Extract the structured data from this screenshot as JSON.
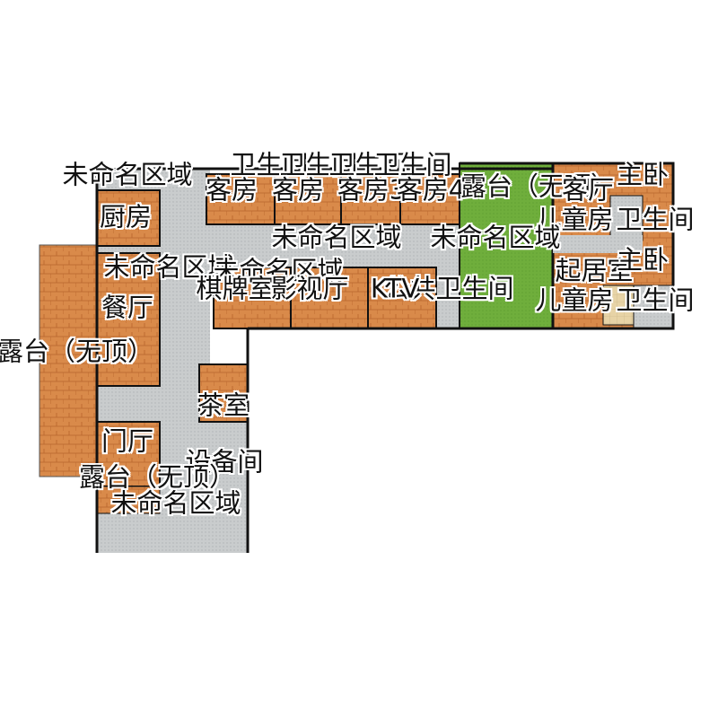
{
  "colors": {
    "wood_floor": "#d98a4a",
    "wood_grain": "#b8652c",
    "tile_floor": "#c9cccd",
    "tile_dot": "#aeb2b4",
    "grass": "#6fae3c",
    "wall": "#111111",
    "beige_tile": "#e7d3a6"
  },
  "rooms": [
    {
      "id": "unnamed-1",
      "label": "未命名区域"
    },
    {
      "id": "kitchen",
      "label": "厨房"
    },
    {
      "id": "bath-a",
      "label": "卫生间"
    },
    {
      "id": "bath-b",
      "label": "卫生间"
    },
    {
      "id": "bath-c",
      "label": "卫生间"
    },
    {
      "id": "bath-d",
      "label": "卫生间"
    },
    {
      "id": "guest-1",
      "label": "客房"
    },
    {
      "id": "guest-2",
      "label": "客房"
    },
    {
      "id": "guest-3",
      "label": "客房3"
    },
    {
      "id": "guest-4",
      "label": "客房4"
    },
    {
      "id": "terrace-1",
      "label": "露台（无顶）"
    },
    {
      "id": "guest-room-r",
      "label": "客厅"
    },
    {
      "id": "master-1",
      "label": "主卧"
    },
    {
      "id": "child-1",
      "label": "儿童房"
    },
    {
      "id": "bath-e",
      "label": "卫生间"
    },
    {
      "id": "unnamed-2",
      "label": "未命名区域"
    },
    {
      "id": "unnamed-3",
      "label": "未命名区域"
    },
    {
      "id": "unnamed-4",
      "label": "未命名区域"
    },
    {
      "id": "unnamed-5",
      "label": "未命名区域"
    },
    {
      "id": "dining",
      "label": "餐厅"
    },
    {
      "id": "tea-room",
      "label": "茶室"
    },
    {
      "id": "chess",
      "label": "棋牌室"
    },
    {
      "id": "cinema",
      "label": "影视厅"
    },
    {
      "id": "public-bath",
      "label": "公共卫生间"
    },
    {
      "id": "ktv",
      "label": "KTV"
    },
    {
      "id": "living-r",
      "label": "起居室"
    },
    {
      "id": "master-2",
      "label": "主卧"
    },
    {
      "id": "child-2",
      "label": "儿童房"
    },
    {
      "id": "bath-f",
      "label": "卫生间"
    },
    {
      "id": "terrace-left",
      "label": "露台（无顶）"
    },
    {
      "id": "foyer",
      "label": "门厅"
    },
    {
      "id": "equip",
      "label": "设备间"
    },
    {
      "id": "terrace-bottom",
      "label": "露台（无顶）"
    },
    {
      "id": "unnamed-6",
      "label": "未命名区域"
    }
  ]
}
